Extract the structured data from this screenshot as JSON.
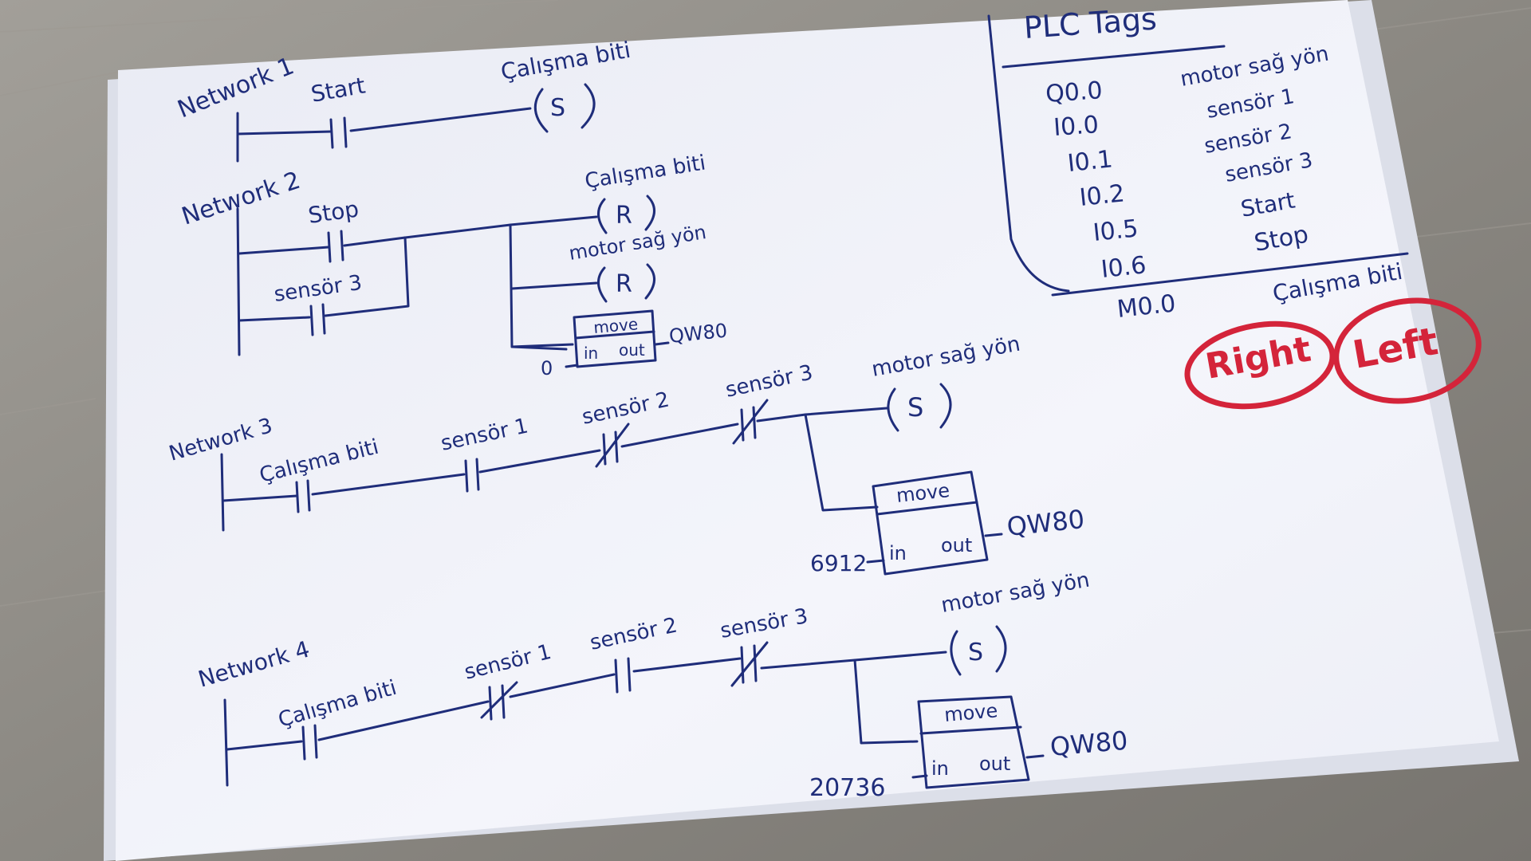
{
  "networks": [
    {
      "label": "Network 1",
      "contacts": [
        "Start"
      ],
      "coil_label": "Çalışma biti",
      "coil": "S"
    },
    {
      "label": "Network 2",
      "contacts": [
        "Stop",
        "sensör 3"
      ],
      "coil1_label": "Çalışma biti",
      "coil1": "R",
      "coil2_label": "motor sağ yön",
      "coil2": "R",
      "move_title": "move",
      "move_in": "in",
      "move_out": "out",
      "move_in_value": "0",
      "move_out_target": "QW80"
    },
    {
      "label": "Network 3",
      "contacts": [
        "Çalışma biti",
        "sensör 1",
        "sensör 2",
        "sensör 3"
      ],
      "coil_label": "motor sağ yön",
      "coil": "S",
      "move_title": "move",
      "move_in": "in",
      "move_out": "out",
      "move_in_value": "6912",
      "move_out_target": "QW80"
    },
    {
      "label": "Network 4",
      "contacts": [
        "Çalışma biti",
        "sensör 1",
        "sensör 2",
        "sensör 3"
      ],
      "coil_label": "motor sağ yön",
      "coil": "S",
      "move_title": "move",
      "move_in": "in",
      "move_out": "out",
      "move_in_value": "20736",
      "move_out_target": "QW80"
    }
  ],
  "tags": {
    "title": "PLC Tags",
    "rows": [
      {
        "addr": "Q0.0",
        "name": "motor sağ yön"
      },
      {
        "addr": "I0.0",
        "name": "sensör 1"
      },
      {
        "addr": "I0.1",
        "name": "sensör 2"
      },
      {
        "addr": "I0.2",
        "name": "sensör 3"
      },
      {
        "addr": "I0.5",
        "name": "Start"
      },
      {
        "addr": "I0.6",
        "name": "Stop"
      },
      {
        "addr": "M0.0",
        "name": "Çalışma biti"
      }
    ]
  },
  "stamps": [
    "Right",
    "Left"
  ],
  "colors": {
    "ink": "#1f2d7a",
    "stamp": "#d4243a",
    "paper": "#f3f4fa",
    "desk": "#8f8c86"
  }
}
